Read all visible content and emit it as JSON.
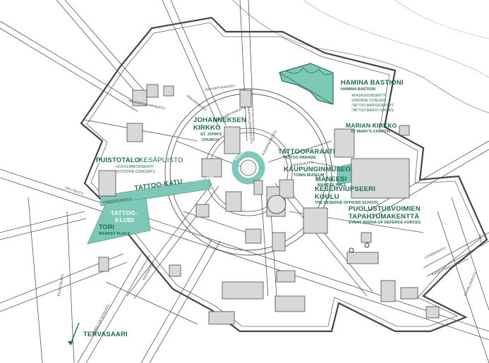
{
  "colors": {
    "accent": "#7ec8b8",
    "accent_dark": "#1d6b55",
    "road": "#555555",
    "bastion": "#444444"
  },
  "pois": {
    "hamina_bastioni": {
      "title": "HAMINA BASTIONI",
      "subtitle": "HAMINA BASTION",
      "lines": [
        "-AVAJAISKONSERTTI",
        "-OPENING CONCERT",
        "-TATTOO MARSSISHOW'T",
        "-TATTOO MARCH SHOWS"
      ]
    },
    "johanneksen": {
      "title1": "JOHANNEKSEN",
      "title2": "KIRKKO",
      "sub1": "ST. JOHN'S",
      "sub2": "CHURCH"
    },
    "marian": {
      "title": "MARIAN  KIRKKO",
      "subtitle": "ST MARY'S CHURCH"
    },
    "puistotalo": {
      "title": "PUISTOTALO",
      "title2": "KESÄPUISTO",
      "lines": [
        "-ULKOILMAKONSERTIT",
        "-OUTDOOR CONCERTS"
      ]
    },
    "tattooparaati": {
      "title": "TATTOOPARAATI",
      "subtitle": "TATTOO PARADE"
    },
    "kaupunginmuseo": {
      "title": "KAUPUNGINMUSEO",
      "subtitle": "TOWN MUSEUM"
    },
    "maneesi": {
      "title": "MANEESI",
      "subtitle": "MANEGE HALL"
    },
    "keserviupseeri": {
      "title1": "KESERVIUPSEERI",
      "title2": "KOULU",
      "subtitle": "THE RESERVE OFFICER SCHOOL"
    },
    "puolustusvoimien": {
      "title1": "PUOLUSTUSVOIMIEN",
      "title2": "TAPAHTUMAKENTTÄ",
      "subtitle": "EVENT ARENA OF DEFENCE FORCES"
    },
    "tattoo_klubi": {
      "line1": "TATTOO-",
      "line2": "KLUBI"
    },
    "tori": {
      "title": "TORI",
      "subtitle": "MARKET PLACE"
    },
    "tervasaari": {
      "title": "TERVASAARI"
    },
    "tattoo_katu": {
      "title": "TATTOO-KATU",
      "subtitle": "TATTOO STREET"
    },
    "raatihuone": {
      "label": "RAATIHUONEENTORI"
    }
  },
  "streets": {
    "isoympyrakatu": "ISOYMPYRÄKATU",
    "rauhankatu": "RAUHANKATU",
    "kadettikoulunkatu": "KADETTIKOULUNKATU",
    "pikkuympyrakatu": "PIKKUYMPYRÄKATU",
    "raatihuoneenkatu": "RAATIHUONEENKATU",
    "kasarminkatu": "KASARMINKATU",
    "kirkkokatu": "KIRKKOKATU",
    "vallikatu": "VALLIKATU",
    "fredrikinkatu": "FREDRIKINKATU",
    "kaivokatu": "KAIVOKATU",
    "mannerheiminkatu": "MANNERHEIMINKATU",
    "sibeliuksenkatu": "SIBELIUKSENKATU",
    "puistokatu": "PUISTOKATU",
    "lahdenkatu": "LAHDENKATU",
    "kaarlonkatu": "KAARLONKATU",
    "vapaudenkatu": "VIPU..."
  }
}
